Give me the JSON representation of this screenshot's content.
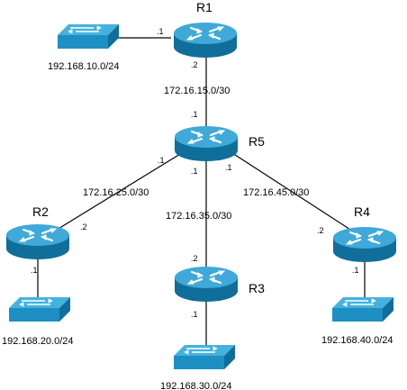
{
  "routers": {
    "r1": {
      "label": "R1"
    },
    "r2": {
      "label": "R2"
    },
    "r3": {
      "label": "R3"
    },
    "r4": {
      "label": "R4"
    },
    "r5": {
      "label": "R5"
    }
  },
  "switches": {
    "sw1": {
      "subnet": "192.168.10.0/24"
    },
    "sw2": {
      "subnet": "192.168.20.0/24"
    },
    "sw3": {
      "subnet": "192.168.30.0/24"
    },
    "sw4": {
      "subnet": "192.168.40.0/24"
    }
  },
  "links": {
    "r1_r5": {
      "subnet": "172.16.15.0/30",
      "r1_end": ".2",
      "r5_end": ".1"
    },
    "r5_r2": {
      "subnet": "172.16.25.0/30",
      "r5_end": ".1",
      "r2_end": ".2"
    },
    "r5_r3": {
      "subnet": "172.16.35.0/30",
      "r5_end": ".1",
      "r3_end": ".2"
    },
    "r5_r4": {
      "subnet": "172.16.45.0/30",
      "r5_end": ".1",
      "r4_end": ".2"
    },
    "sw1_r1": {
      "r1_end": ".1"
    },
    "r2_sw2": {
      "r2_end": ".1"
    },
    "r3_sw3": {
      "r3_end": ".1"
    },
    "r4_sw4": {
      "r4_end": ".1"
    }
  },
  "colors": {
    "device_fill": "#1E8FC2",
    "device_dark": "#0F6E9A",
    "device_top": "#45B2DE",
    "line": "#000000"
  }
}
